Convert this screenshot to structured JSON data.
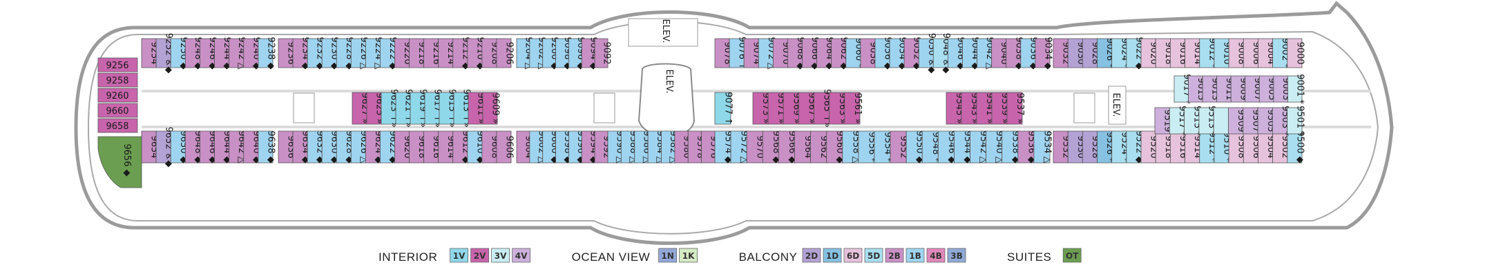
{
  "colors": {
    "1V": "#8fd8ea",
    "2V": "#c864ac",
    "3V": "#c9edf2",
    "4V": "#cdb0dc",
    "1N": "#93a8d8",
    "1K": "#d5eac3",
    "2D": "#b3a2d4",
    "1D": "#86c1e2",
    "6D": "#e6c2dc",
    "5D": "#a8def0",
    "2B": "#c990c6",
    "1B": "#9fd4f0",
    "4B": "#e089b9",
    "3B": "#8faad6",
    "OT": "#6b9e51",
    "misc": "#d9a9d0"
  },
  "elevators": [
    "ELEV.",
    "ELEV.",
    "ELEV."
  ],
  "legend": {
    "groups": [
      {
        "title": "INTERIOR",
        "codes": [
          "1V",
          "2V",
          "3V",
          "4V"
        ]
      },
      {
        "title": "OCEAN VIEW",
        "codes": [
          "1N",
          "1K"
        ]
      },
      {
        "title": "BALCONY",
        "codes": [
          "2D",
          "1D",
          "6D",
          "5D",
          "2B",
          "1B",
          "4B",
          "3B"
        ]
      },
      {
        "title": "SUITES",
        "codes": [
          "OT"
        ]
      }
    ]
  },
  "cabins": {
    "aft_boxes": [
      {
        "n": "9256",
        "c": "2V"
      },
      {
        "n": "9258",
        "c": "2V"
      },
      {
        "n": "9260",
        "c": "2V"
      },
      {
        "n": "9660",
        "c": "2V"
      },
      {
        "n": "9658",
        "c": "2V"
      }
    ],
    "suite": {
      "n": "9656",
      "c": "OT",
      "s": "◆"
    },
    "top_row": [
      {
        "n": "9254",
        "c": "2B",
        "s": ""
      },
      {
        "n": "9252",
        "c": "2D",
        "s": "♿◆"
      },
      {
        "n": "9250",
        "c": "1B",
        "s": "◆"
      },
      {
        "n": "9248",
        "c": "2B",
        "s": "◆"
      },
      {
        "n": "9246",
        "c": "2B",
        "s": "◆"
      },
      {
        "n": "9244",
        "c": "2B",
        "s": "◆"
      },
      {
        "n": "9242",
        "c": "2B",
        "s": "△"
      },
      {
        "n": "9240",
        "c": "2B",
        "s": "◆"
      },
      {
        "n": "9238",
        "c": "1B",
        "s": "◆"
      },
      {
        "n": "9236",
        "c": "2B",
        "s": ""
      },
      {
        "n": "9234",
        "c": "2B",
        "s": "◆"
      },
      {
        "n": "9232",
        "c": "1B",
        "s": "◆"
      },
      {
        "n": "9230",
        "c": "1B",
        "s": "◆"
      },
      {
        "n": "9228",
        "c": "1B",
        "s": "◆"
      },
      {
        "n": "9226",
        "c": "1B",
        "s": "△"
      },
      {
        "n": "9224",
        "c": "1B",
        "s": "△"
      },
      {
        "n": "9222",
        "c": "1B",
        "s": "◆"
      },
      {
        "n": "9220",
        "c": "2B",
        "s": ""
      },
      {
        "n": "9218",
        "c": "2B",
        "s": ""
      },
      {
        "n": "9216",
        "c": "2B",
        "s": ""
      },
      {
        "n": "9214",
        "c": "2B",
        "s": ""
      },
      {
        "n": "9212",
        "c": "2B",
        "s": "◆"
      },
      {
        "n": "9210",
        "c": "2B",
        "s": "◆"
      },
      {
        "n": "9208",
        "c": "2B",
        "s": ""
      },
      {
        "n": "9206",
        "c": "2B",
        "s": ""
      },
      {
        "n": "9204",
        "c": "1B",
        "s": "△"
      },
      {
        "n": "9202",
        "c": "1B",
        "s": "△"
      },
      {
        "n": "9200",
        "c": "1B",
        "s": "◆"
      },
      {
        "n": "9098",
        "c": "1B",
        "s": "◆"
      },
      {
        "n": "9096",
        "c": "1B",
        "s": "◆"
      },
      {
        "n": "9094",
        "c": "2B",
        "s": "◆"
      },
      {
        "n": "9092",
        "c": "2B",
        "s": ""
      },
      {
        "n": "9078",
        "c": "2B",
        "s": ""
      },
      {
        "n": "9076",
        "c": "1B",
        "s": "↑"
      },
      {
        "n": "9074",
        "c": "2B",
        "s": ""
      },
      {
        "n": "9072",
        "c": "1B",
        "s": "△"
      },
      {
        "n": "9070",
        "c": "2B",
        "s": ""
      },
      {
        "n": "9068",
        "c": "2B",
        "s": "◆"
      },
      {
        "n": "9066",
        "c": "2B",
        "s": "◆"
      },
      {
        "n": "9064",
        "c": "2B",
        "s": "◆"
      },
      {
        "n": "9062",
        "c": "2B",
        "s": "◆"
      },
      {
        "n": "9060",
        "c": "1B",
        "s": "*"
      },
      {
        "n": "9058",
        "c": "2B",
        "s": ""
      },
      {
        "n": "9056",
        "c": "1B",
        "s": "◆"
      },
      {
        "n": "9054",
        "c": "1B",
        "s": "◆"
      },
      {
        "n": "9052",
        "c": "2B",
        "s": "◆"
      },
      {
        "n": "9050",
        "c": "1B",
        "s": "♿◆"
      },
      {
        "n": "9048",
        "c": "5D",
        "s": "♿◆"
      },
      {
        "n": "9046",
        "c": "1B",
        "s": "◆"
      },
      {
        "n": "9044",
        "c": "1B",
        "s": "◆"
      },
      {
        "n": "9042",
        "c": "1B",
        "s": "△"
      },
      {
        "n": "9040",
        "c": "2B",
        "s": ""
      },
      {
        "n": "9038",
        "c": "2B",
        "s": "◆"
      },
      {
        "n": "9036",
        "c": "1B",
        "s": "◆"
      },
      {
        "n": "9034",
        "c": "2B",
        "s": "◆"
      },
      {
        "n": "9032",
        "c": "2B",
        "s": ""
      },
      {
        "n": "9030",
        "c": "2D",
        "s": ""
      },
      {
        "n": "9028",
        "c": "2D",
        "s": ""
      },
      {
        "n": "9026",
        "c": "1D",
        "s": "*"
      },
      {
        "n": "9024",
        "c": "5D",
        "s": "*"
      },
      {
        "n": "9022",
        "c": "5D",
        "s": "◆"
      },
      {
        "n": "9020",
        "c": "6D",
        "s": ""
      },
      {
        "n": "9018",
        "c": "6D",
        "s": ""
      },
      {
        "n": "9016",
        "c": "6D",
        "s": ""
      },
      {
        "n": "9014",
        "c": "6D",
        "s": ""
      },
      {
        "n": "9012",
        "c": "5D",
        "s": "*"
      },
      {
        "n": "9010",
        "c": "5D",
        "s": ""
      },
      {
        "n": "9008",
        "c": "6D",
        "s": ""
      },
      {
        "n": "9006",
        "c": "6D",
        "s": ""
      },
      {
        "n": "9004",
        "c": "6D",
        "s": ""
      },
      {
        "n": "9002",
        "c": "5D",
        "s": "*"
      },
      {
        "n": "9000",
        "c": "6D",
        "s": ""
      }
    ],
    "bottom_row": [
      {
        "n": "9654",
        "c": "2B",
        "s": ""
      },
      {
        "n": "9652",
        "c": "2D",
        "s": "♿◆"
      },
      {
        "n": "9650",
        "c": "1B",
        "s": "◆"
      },
      {
        "n": "9648",
        "c": "2B",
        "s": "◆"
      },
      {
        "n": "9646",
        "c": "2B",
        "s": "◆"
      },
      {
        "n": "9644",
        "c": "2B",
        "s": "◆"
      },
      {
        "n": "9642",
        "c": "2B",
        "s": "△"
      },
      {
        "n": "9640",
        "c": "2B",
        "s": "◆"
      },
      {
        "n": "9638",
        "c": "1B",
        "s": "◆"
      },
      {
        "n": "9636",
        "c": "2B",
        "s": ""
      },
      {
        "n": "9634",
        "c": "2B",
        "s": "◆"
      },
      {
        "n": "9632",
        "c": "1B",
        "s": "◆"
      },
      {
        "n": "9630",
        "c": "1B",
        "s": "◆"
      },
      {
        "n": "9628",
        "c": "1B",
        "s": "◆"
      },
      {
        "n": "9626",
        "c": "1B",
        "s": "△"
      },
      {
        "n": "9624",
        "c": "2B",
        "s": "◆"
      },
      {
        "n": "9622",
        "c": "1B",
        "s": "◆"
      },
      {
        "n": "9620",
        "c": "2B",
        "s": ""
      },
      {
        "n": "9618",
        "c": "2B",
        "s": ""
      },
      {
        "n": "9616",
        "c": "2B",
        "s": ""
      },
      {
        "n": "9614",
        "c": "2B",
        "s": ""
      },
      {
        "n": "9612",
        "c": "2B",
        "s": "◆"
      },
      {
        "n": "9610",
        "c": "1B",
        "s": "◆"
      },
      {
        "n": "9608",
        "c": "2B",
        "s": ""
      },
      {
        "n": "9606",
        "c": "2B",
        "s": ""
      },
      {
        "n": "9604",
        "c": "2B",
        "s": ""
      },
      {
        "n": "9602",
        "c": "1B",
        "s": "△"
      },
      {
        "n": "9600",
        "c": "1B",
        "s": "◆"
      },
      {
        "n": "9598",
        "c": "1B",
        "s": "◆"
      },
      {
        "n": "9596",
        "c": "1B",
        "s": "◆"
      },
      {
        "n": "9594",
        "c": "2B",
        "s": "◆"
      },
      {
        "n": "9592",
        "c": "2B",
        "s": ""
      },
      {
        "n": "9590",
        "c": "1B",
        "s": "△"
      },
      {
        "n": "9588",
        "c": "1B",
        "s": "△"
      },
      {
        "n": "9586",
        "c": "1B",
        "s": "△"
      },
      {
        "n": "9584",
        "c": "1B",
        "s": "△"
      },
      {
        "n": "9582",
        "c": "1B",
        "s": "△"
      },
      {
        "n": "9580",
        "c": "2B",
        "s": ""
      },
      {
        "n": "9578",
        "c": "2B",
        "s": ""
      },
      {
        "n": "9576",
        "c": "2B",
        "s": ""
      },
      {
        "n": "9574",
        "c": "1B",
        "s": "◆"
      },
      {
        "n": "9572",
        "c": "1B",
        "s": "△"
      },
      {
        "n": "9570",
        "c": "2B",
        "s": ""
      },
      {
        "n": "9568",
        "c": "2B",
        "s": "◆"
      },
      {
        "n": "9566",
        "c": "2B",
        "s": "◆"
      },
      {
        "n": "9564",
        "c": "2B",
        "s": ""
      },
      {
        "n": "9562",
        "c": "2B",
        "s": ""
      },
      {
        "n": "9560",
        "c": "2B",
        "s": "◆"
      },
      {
        "n": "9558",
        "c": "1B",
        "s": "△"
      },
      {
        "n": "9556",
        "c": "1B",
        "s": "*"
      },
      {
        "n": "9554",
        "c": "1B",
        "s": "*"
      },
      {
        "n": "9552",
        "c": "2B",
        "s": ""
      },
      {
        "n": "9550",
        "c": "1B",
        "s": "◆"
      },
      {
        "n": "9548",
        "c": "1B",
        "s": "*"
      },
      {
        "n": "9546",
        "c": "1B",
        "s": "◆"
      },
      {
        "n": "9544",
        "c": "1B",
        "s": "◆"
      },
      {
        "n": "9542",
        "c": "1B",
        "s": "△"
      },
      {
        "n": "9540",
        "c": "1B",
        "s": "△"
      },
      {
        "n": "9538",
        "c": "1B",
        "s": "◆"
      },
      {
        "n": "9536",
        "c": "2B",
        "s": "◆"
      },
      {
        "n": "9534",
        "c": "1B",
        "s": "△"
      },
      {
        "n": "9532",
        "c": "2B",
        "s": ""
      },
      {
        "n": "9530",
        "c": "2D",
        "s": ""
      },
      {
        "n": "9528",
        "c": "2D",
        "s": ""
      },
      {
        "n": "9526",
        "c": "1D",
        "s": "*"
      },
      {
        "n": "9524",
        "c": "5D",
        "s": "*"
      },
      {
        "n": "9522",
        "c": "5D",
        "s": "◆"
      },
      {
        "n": "9520",
        "c": "6D",
        "s": ""
      },
      {
        "n": "9518",
        "c": "6D",
        "s": ""
      },
      {
        "n": "9516",
        "c": "6D",
        "s": ""
      },
      {
        "n": "9514",
        "c": "6D",
        "s": ""
      },
      {
        "n": "9512",
        "c": "5D",
        "s": "*"
      },
      {
        "n": "9510",
        "c": "5D",
        "s": "*"
      },
      {
        "n": "9508",
        "c": "6D",
        "s": ""
      },
      {
        "n": "9506",
        "c": "6D",
        "s": ""
      },
      {
        "n": "9504",
        "c": "6D",
        "s": ""
      },
      {
        "n": "9502",
        "c": "6D",
        "s": ""
      },
      {
        "n": "9500",
        "c": "5D",
        "s": "◆"
      }
    ],
    "inner_aft": [
      {
        "n": "9627",
        "c": "2V",
        "s": "»"
      },
      {
        "n": "9625",
        "c": "2V",
        "s": "»"
      },
      {
        "n": "9623",
        "c": "1V",
        "s": "↑»"
      },
      {
        "n": "9621",
        "c": "1V",
        "s": "↑»"
      },
      {
        "n": "9619",
        "c": "1V",
        "s": "↑»"
      },
      {
        "n": "9617",
        "c": "1V",
        "s": "↑»"
      },
      {
        "n": "9615",
        "c": "1V",
        "s": "↑»"
      },
      {
        "n": "9613",
        "c": "1V",
        "s": "↑»"
      },
      {
        "n": "9611",
        "c": "2V",
        "s": "»"
      },
      {
        "n": "9609",
        "c": "2V",
        "s": "»"
      }
    ],
    "inner_mid_a": [
      {
        "n": "9077",
        "c": "1V",
        "s": "↑"
      }
    ],
    "inner_mid": [
      {
        "n": "9573",
        "c": "2V",
        "s": "»"
      },
      {
        "n": "9571",
        "c": "2V",
        "s": "»"
      },
      {
        "n": "9569",
        "c": "2V",
        "s": "»"
      },
      {
        "n": "9567",
        "c": "2V",
        "s": "»"
      },
      {
        "n": "9565",
        "c": "2V",
        "s": "↑»"
      },
      {
        "n": "9563",
        "c": "2V",
        "s": "»"
      },
      {
        "n": "9561",
        "c": "2V",
        "s": "»"
      }
    ],
    "inner_fwd_a": [
      {
        "n": "9545",
        "c": "2V",
        "s": "»"
      },
      {
        "n": "9543",
        "c": "2V",
        "s": "»"
      },
      {
        "n": "9541",
        "c": "2V",
        "s": "»"
      },
      {
        "n": "9539",
        "c": "2V",
        "s": "»"
      },
      {
        "n": "9537",
        "c": "2V",
        "s": "»"
      }
    ],
    "inner_fwd_top": [
      {
        "n": "9017",
        "c": "3V",
        "s": "*"
      },
      {
        "n": "9015",
        "c": "4V",
        "s": ""
      },
      {
        "n": "9013",
        "c": "4V",
        "s": ""
      },
      {
        "n": "9011",
        "c": "4V",
        "s": ""
      },
      {
        "n": "9009",
        "c": "4V",
        "s": ""
      },
      {
        "n": "9007",
        "c": "4V",
        "s": ""
      },
      {
        "n": "9005",
        "c": "4V",
        "s": ""
      },
      {
        "n": "9003",
        "c": "4V",
        "s": ""
      },
      {
        "n": "9001",
        "c": "3V",
        "s": "*"
      }
    ],
    "inner_fwd_bottom": [
      {
        "n": "9519",
        "c": "4V",
        "s": ""
      },
      {
        "n": "9517",
        "c": "3V",
        "s": "*"
      },
      {
        "n": "9515",
        "c": "3V",
        "s": "*"
      },
      {
        "n": "9513",
        "c": "3V",
        "s": "*"
      },
      {
        "n": "",
        "c": "3V",
        "s": ""
      },
      {
        "n": "9509",
        "c": "4V",
        "s": ""
      },
      {
        "n": "9507",
        "c": "4V",
        "s": ""
      },
      {
        "n": "9505",
        "c": "4V",
        "s": ""
      },
      {
        "n": "9503",
        "c": "4V",
        "s": "*"
      },
      {
        "n": "9501",
        "c": "3V",
        "s": "*"
      }
    ]
  }
}
